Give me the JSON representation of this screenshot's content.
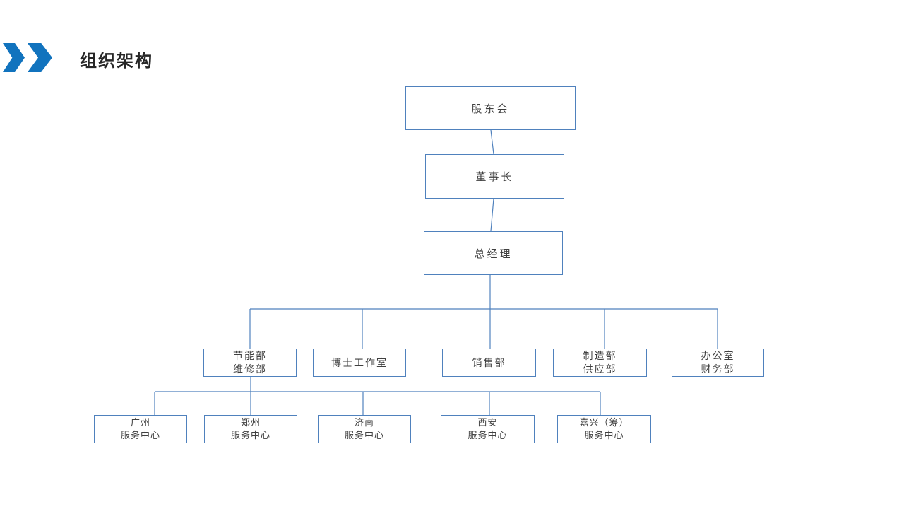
{
  "colors": {
    "accent_blue": "#1173BE",
    "box_border_blue": "#4F81BD",
    "box_text": "#404040",
    "title_text": "#262626",
    "background": "#FFFFFF"
  },
  "header": {
    "title": "组织架构"
  },
  "org_chart": {
    "root": {
      "lines": [
        "股东会"
      ]
    },
    "level2": {
      "lines": [
        "董事长"
      ]
    },
    "level3": {
      "lines": [
        "总经理"
      ]
    },
    "departments": [
      {
        "lines": [
          "节能部",
          "维修部"
        ]
      },
      {
        "lines": [
          "博士工作室"
        ]
      },
      {
        "lines": [
          "销售部"
        ]
      },
      {
        "lines": [
          "制造部",
          "供应部"
        ]
      },
      {
        "lines": [
          "办公室",
          "财务部"
        ]
      }
    ],
    "service_centers": [
      {
        "lines": [
          "广州",
          "服务中心"
        ]
      },
      {
        "lines": [
          "郑州",
          "服务中心"
        ]
      },
      {
        "lines": [
          "济南",
          "服务中心"
        ]
      },
      {
        "lines": [
          "西安",
          "服务中心"
        ]
      },
      {
        "lines": [
          "嘉兴（筹）",
          "服务中心"
        ]
      }
    ]
  }
}
